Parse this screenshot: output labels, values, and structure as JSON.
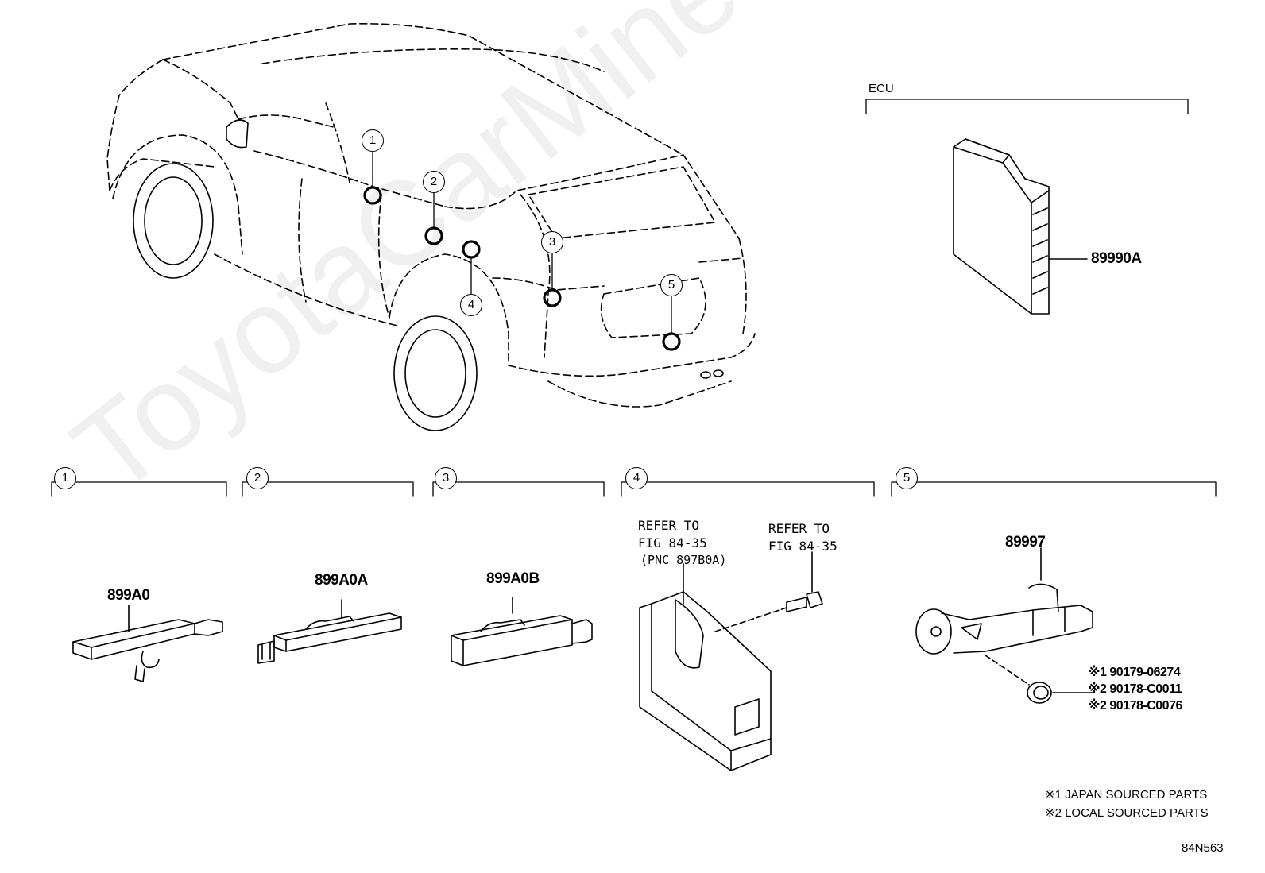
{
  "watermark": "ToyotaCarMine.ru",
  "ecu_section": {
    "label": "ECU",
    "part_number": "89990A"
  },
  "callouts": [
    "1",
    "2",
    "3",
    "4",
    "5"
  ],
  "sections": [
    {
      "num": "1",
      "part_number": "899A0"
    },
    {
      "num": "2",
      "part_number": "899A0A"
    },
    {
      "num": "3",
      "part_number": "899A0B"
    },
    {
      "num": "4",
      "refer_left": [
        "REFER TO",
        "FIG 84-35",
        "(PNC 897B0A)"
      ],
      "refer_right": [
        "REFER TO",
        "FIG 84-35"
      ]
    },
    {
      "num": "5",
      "part_number": "89997",
      "sub_parts": [
        "※1 90179-06274",
        "※2 90178-C0011",
        "※2 90178-C0076"
      ]
    }
  ],
  "notes": [
    "※1 JAPAN SOURCED PARTS",
    "※2 LOCAL SOURCED PARTS"
  ],
  "figure_code": "84N563"
}
